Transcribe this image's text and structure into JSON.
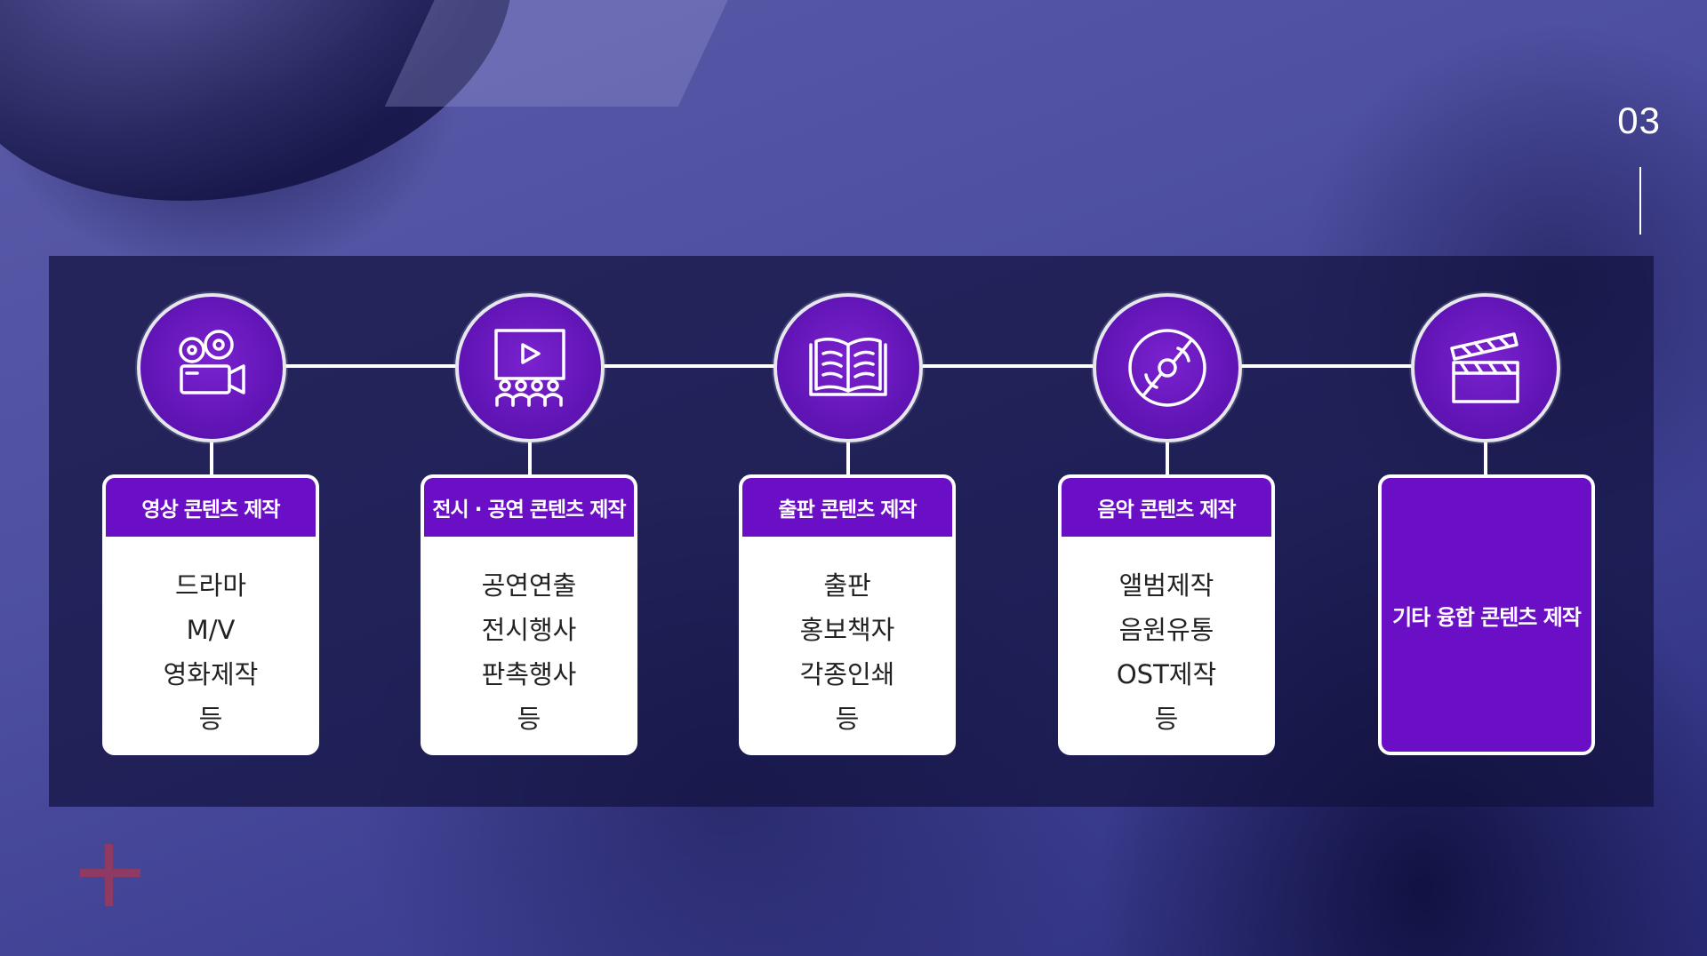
{
  "page": {
    "number": "03"
  },
  "items": [
    {
      "icon": "movie-camera-icon",
      "title": "영상 콘텐츠 제작",
      "lines": [
        "드라마",
        "M/V",
        "영화제작",
        "등"
      ]
    },
    {
      "icon": "presentation-screen-audience-icon",
      "title": "전시 · 공연 콘텐츠 제작",
      "lines": [
        "공연연출",
        "전시행사",
        "판촉행사",
        "등"
      ]
    },
    {
      "icon": "open-book-icon",
      "title": "출판 콘텐츠 제작",
      "lines": [
        "출판",
        "홍보책자",
        "각종인쇄",
        "등"
      ]
    },
    {
      "icon": "compact-disc-icon",
      "title": "음악 콘텐츠 제작",
      "lines": [
        "앨범제작",
        "음원유통",
        "OST제작",
        "등"
      ]
    },
    {
      "icon": "clapperboard-icon",
      "title": "기타 융합 콘텐츠 제작",
      "lines": []
    }
  ],
  "colors": {
    "accent": "#6a0fc6",
    "panel": "#12123e",
    "line": "#ffffff"
  }
}
